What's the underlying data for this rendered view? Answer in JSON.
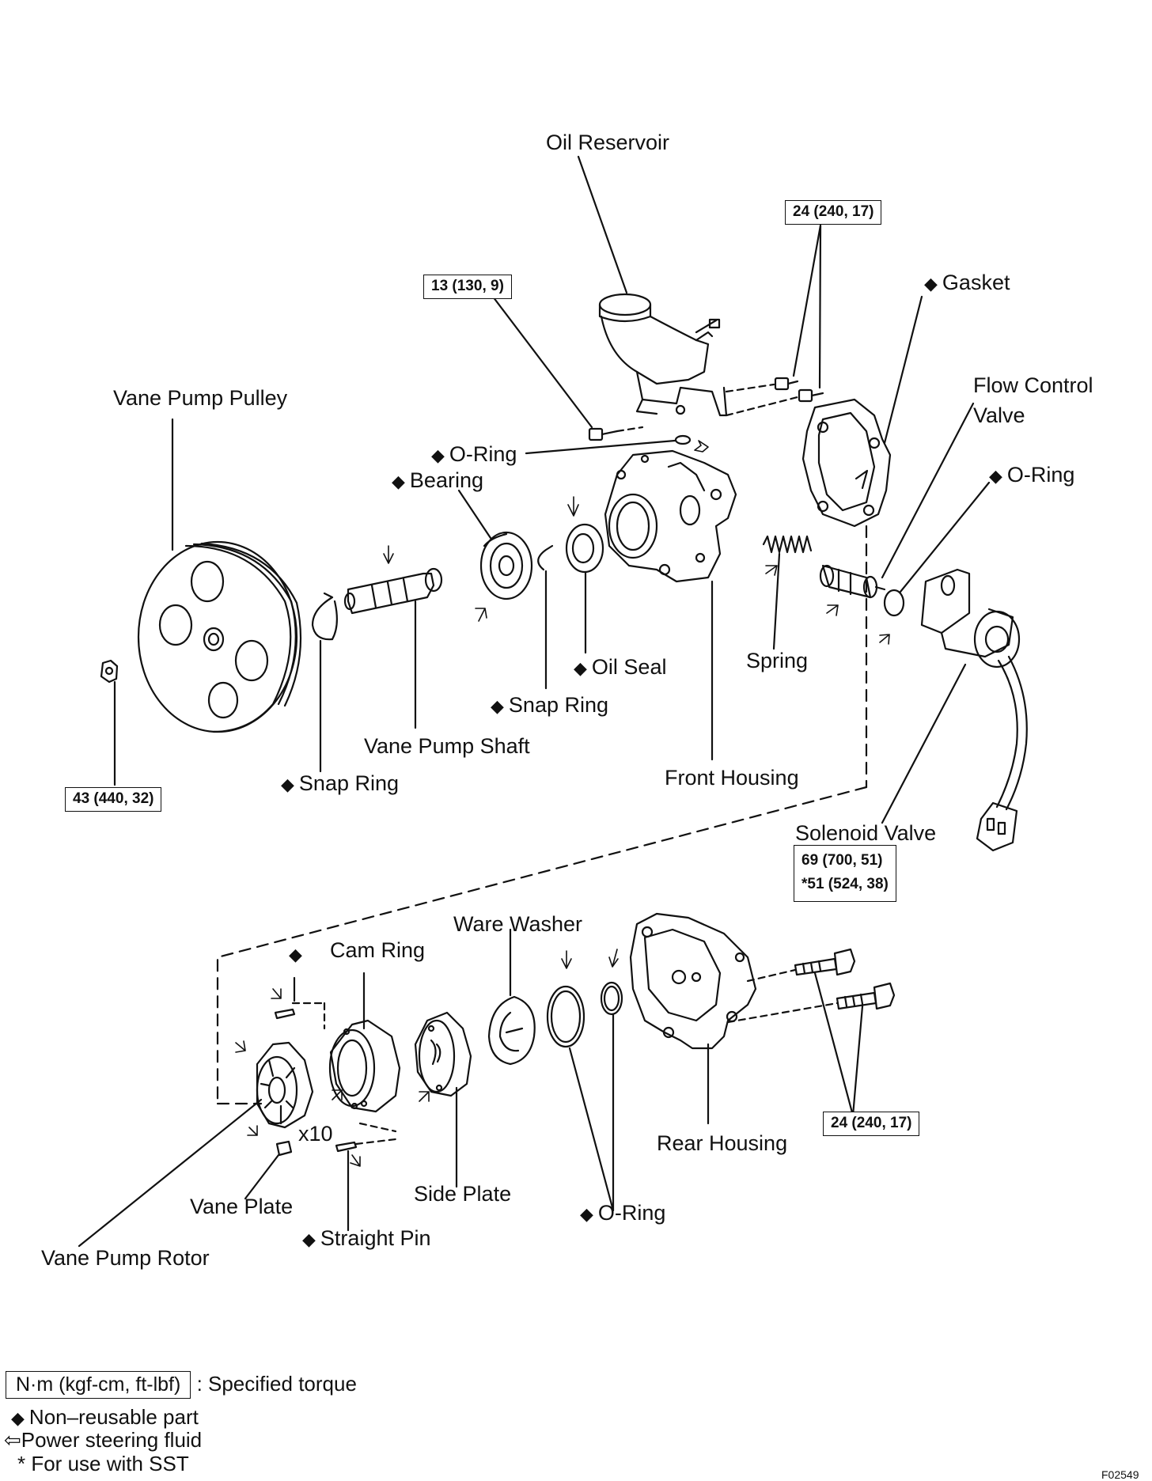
{
  "labels": {
    "oil_reservoir": "Oil Reservoir",
    "gasket": "Gasket",
    "flow_control_valve_1": "Flow Control",
    "flow_control_valve_2": "Valve",
    "o_ring_top": "O-Ring",
    "o_ring_right": "O-Ring",
    "bearing": "Bearing",
    "vane_pump_pulley": "Vane Pump Pulley",
    "oil_seal": "Oil Seal",
    "spring": "Spring",
    "snap_ring_mid": "Snap Ring",
    "vane_pump_shaft": "Vane Pump Shaft",
    "snap_ring_left": "Snap Ring",
    "front_housing": "Front Housing",
    "solenoid_valve": "Solenoid Valve",
    "ware_washer": "Ware Washer",
    "cam_ring": "Cam Ring",
    "rear_housing": "Rear Housing",
    "side_plate": "Side Plate",
    "vane_plate": "Vane Plate",
    "o_ring_bottom": "O-Ring",
    "straight_pin": "Straight Pin",
    "vane_pump_rotor": "Vane Pump Rotor",
    "x10": "x10"
  },
  "torques": {
    "reservoir_bolt": "13 (130, 9)",
    "reservoir_top": "24 (240, 17)",
    "pulley_nut": "43 (440, 32)",
    "solenoid_1": "69 (700, 51)",
    "solenoid_2": "*51 (524, 38)",
    "rear_housing_bolts": "24 (240, 17)"
  },
  "legend": {
    "torque_unit": "N·m (kgf-cm, ft-lbf)",
    "torque_text": ": Specified torque",
    "non_reusable": "Non–reusable part",
    "fluid": "Power steering fluid",
    "sst": "* For use with SST"
  },
  "figure_code": "F02549",
  "symbols": {
    "diamond": "◆",
    "arrow": "⇦"
  }
}
